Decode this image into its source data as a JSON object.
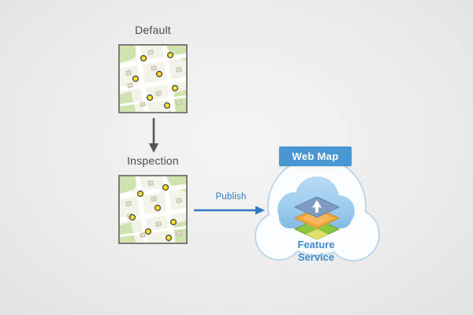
{
  "diagram": {
    "default_label": "Default",
    "inspection_label": "Inspection",
    "publish_label": "Publish",
    "web_map_label": "Web Map",
    "feature_service_label": "Feature Service"
  },
  "colors": {
    "background_gray": "#ececec",
    "label_gray": "#4b4b4d",
    "arrow_gray": "#57585a",
    "publish_blue": "#2e7bc1",
    "badge_blue": "#4896d2",
    "feature_service_blue": "#3e8ccb",
    "cloud_fill_blue": "#a3cfee",
    "cloud_outline_blue": "#bcd8ec",
    "map_point_yellow": "#ffe224",
    "map_green": "#cfe3ae"
  },
  "icons": {
    "down_arrow": "arrow-down",
    "publish_arrow": "arrow-right",
    "map_thumbnail": "street-map",
    "cloud": "cloud",
    "layer_stack": "stacked-map-layers"
  }
}
